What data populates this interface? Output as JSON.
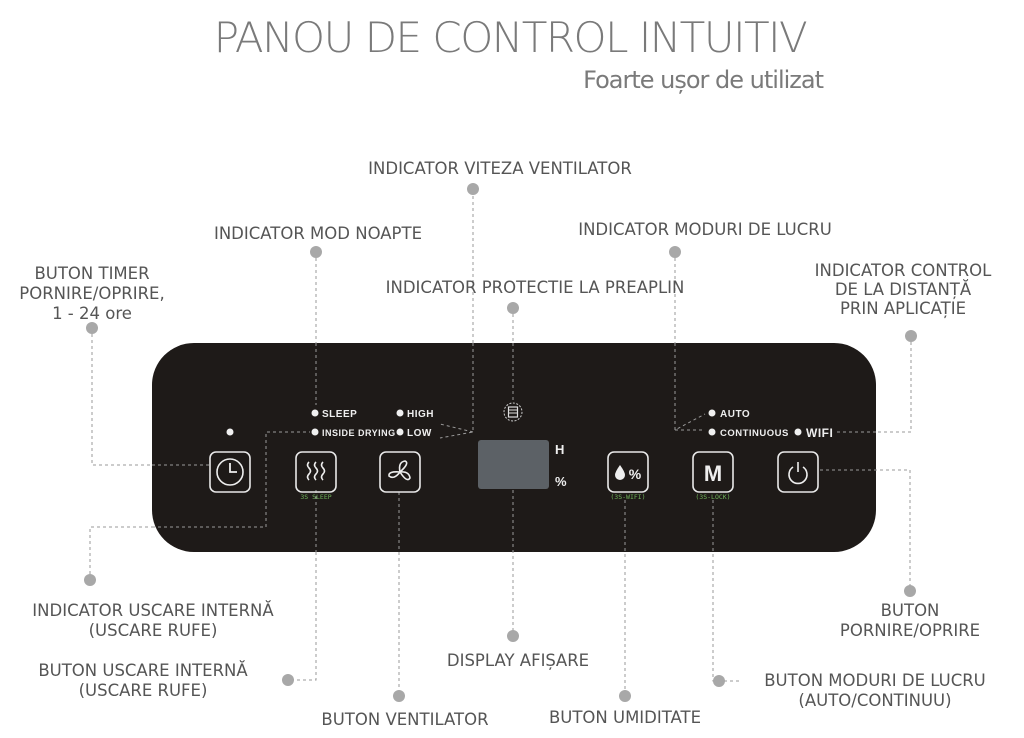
{
  "title": "PANOU DE CONTROL INTUITIV",
  "subtitle": "Foarte ușor de utilizat",
  "labels": {
    "fan_speed_indicator": "INDICATOR VITEZA VENTILATOR",
    "night_mode_indicator": "INDICATOR MOD NOAPTE",
    "work_modes_indicator": "INDICATOR MODURI DE LUCRU",
    "timer_button": [
      "BUTON TIMER",
      "PORNIRE/OPRIRE,",
      "1 - 24 ore"
    ],
    "overflow_indicator": "INDICATOR PROTECTIE LA PREAPLIN",
    "remote_indicator": [
      "INDICATOR CONTROL",
      "DE LA DISTANȚĂ",
      "PRIN APLICAȚIE"
    ],
    "inner_drying_indicator": [
      "INDICATOR USCARE INTERNĂ",
      "(USCARE RUFE)"
    ],
    "inner_drying_button": [
      "BUTON USCARE INTERNĂ",
      "(USCARE RUFE)"
    ],
    "display": "DISPLAY AFIȘARE",
    "fan_button": "BUTON VENTILATOR",
    "humidity_button": "BUTON UMIDITATE",
    "modes_button": [
      "BUTON MODURI DE LUCRU",
      "(AUTO/CONTINUU)"
    ],
    "power_button": [
      "BUTON",
      "PORNIRE/OPRIRE"
    ]
  },
  "panel": {
    "sleep": "SLEEP",
    "inside_drying": "INSIDE DRYING",
    "high": "HIGH",
    "low": "LOW",
    "auto": "AUTO",
    "continuous": "CONTINUOUS",
    "wifi": "WIFI",
    "unit_h": "H",
    "unit_pct": "%",
    "hint_sleep": "3S SLEEP",
    "hint_wifi": "(3S-WIFI)",
    "hint_lock": "(3S-LOCK)",
    "mode_key": "M",
    "humidity_key": "%"
  },
  "colors": {
    "panel": "#1e1a18",
    "display": "#5c6166",
    "hint": "#6fb35a"
  }
}
